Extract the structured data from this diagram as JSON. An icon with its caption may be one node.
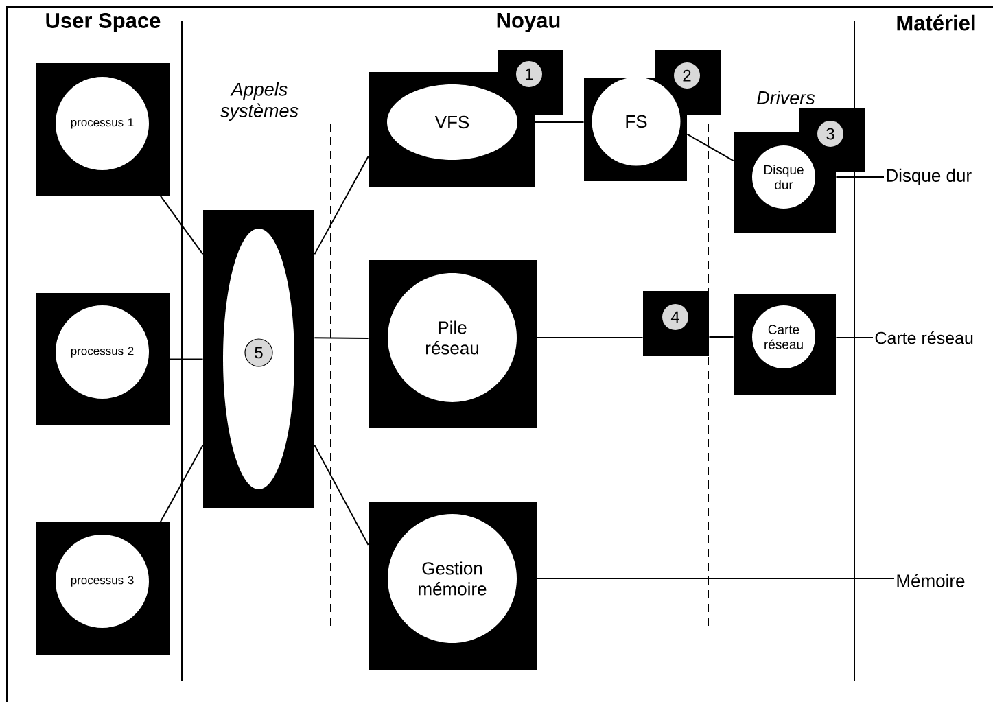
{
  "diagram": {
    "nodes": [
      {
        "text": [],
        "shape": "box"
      },
      {
        "text": [
          "processus 1"
        ],
        "in": 0
      },
      {
        "text": [],
        "shape": "box"
      },
      {
        "text": [
          "processus 2"
        ],
        "in": 2
      },
      {
        "text": [],
        "shape": "box"
      },
      {
        "text": [
          "processus 3"
        ],
        "in": 4
      },
      {
        "text": [],
        "shape": "box"
      },
      {
        "text": [],
        "shape": "ellipse",
        "in": 6
      },
      {
        "text": [
          "5"
        ],
        "in": 7
      },
      {
        "text": [],
        "shape": "box"
      },
      {
        "text": [
          "VFS"
        ],
        "in": 9
      },
      {
        "text": [],
        "shape": "box"
      },
      {
        "text": [
          "1"
        ],
        "in": 11
      },
      {
        "text": [],
        "shape": "box"
      },
      {
        "text": [
          "FS"
        ],
        "in": 13
      },
      {
        "text": [],
        "shape": "box"
      },
      {
        "text": [
          "2"
        ],
        "in": 15
      },
      {
        "text": [],
        "shape": "box"
      },
      {
        "text": [
          "Disque dur"
        ],
        "in": 17
      },
      {
        "text": [],
        "shape": "box"
      },
      {
        "text": [
          "3"
        ],
        "in": 19
      },
      {
        "text": [],
        "shape": "box"
      },
      {
        "text": [
          "Pile réseau"
        ],
        "in": 21
      },
      {
        "text": [],
        "shape": "box"
      },
      {
        "text": [
          "4"
        ],
        "in": 23
      },
      {
        "text": [],
        "shape": "box"
      },
      {
        "text": [
          "Carte réseau"
        ],
        "in": 25
      },
      {
        "text": [],
        "shape": "box"
      },
      {
        "text": [
          "Gestion mémoire"
        ],
        "in": 27
      },
      {
        "text": [
          "Disque dur"
        ]
      },
      {
        "text": [
          "Carte réseau"
        ]
      },
      {
        "text": [
          "Mémoire"
        ]
      }
    ],
    "edges": [
      {
        "from": 0,
        "to": 6,
        "arrow": "none"
      },
      {
        "from": 2,
        "to": 6,
        "arrow": "none"
      },
      {
        "from": 4,
        "to": 6,
        "arrow": "none"
      },
      {
        "from": 6,
        "to": 9,
        "arrow": "none"
      },
      {
        "from": 6,
        "to": 21,
        "arrow": "none"
      },
      {
        "from": 6,
        "to": 27,
        "arrow": "none"
      },
      {
        "from": 10,
        "to": 13,
        "arrow": "none"
      },
      {
        "from": 13,
        "to": 17,
        "arrow": "none"
      },
      {
        "from": 17,
        "to": 29,
        "arrow": "none"
      },
      {
        "from": 22,
        "to": 23,
        "arrow": "none"
      },
      {
        "from": 23,
        "to": 25,
        "arrow": "none"
      },
      {
        "from": 25,
        "to": 30,
        "arrow": "none"
      },
      {
        "from": 28,
        "to": 31,
        "arrow": "none"
      }
    ],
    "labels": [
      "User Space",
      "Noyau",
      "Matériel",
      "Appels systèmes",
      "Drivers"
    ]
  }
}
